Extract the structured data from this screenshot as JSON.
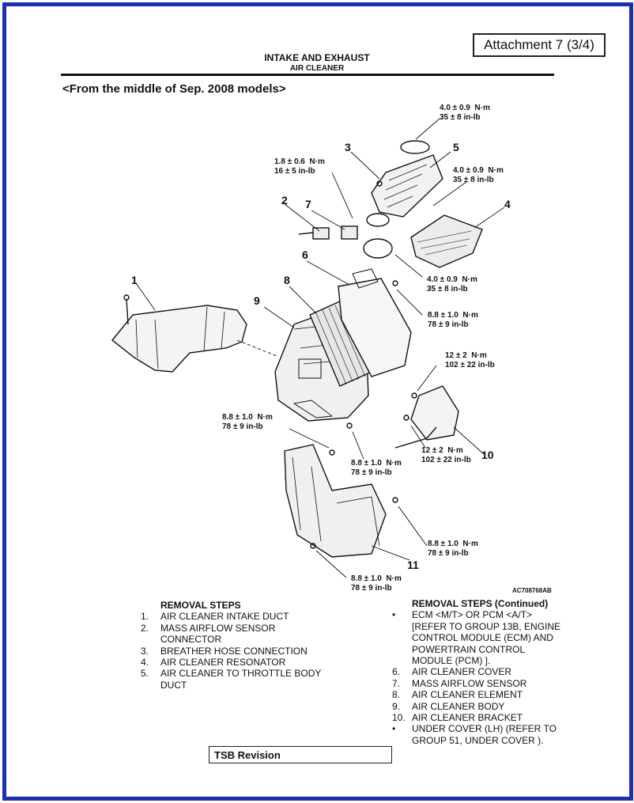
{
  "attachment_label": "Attachment 7 (3/4)",
  "header": {
    "title": "INTAKE AND EXHAUST",
    "subtitle": "AIR CLEANER"
  },
  "subheading": "<From the middle of Sep. 2008 models>",
  "torques": [
    "4.0 ± 0.9  N·m\n35 ± 8 in-lb",
    "1.8 ± 0.6  N·m\n16 ± 5 in-lb",
    "4.0 ± 0.9  N·m\n35 ± 8 in-lb",
    "4.0 ± 0.9  N·m\n35 ± 8 in-lb",
    "8.8 ± 1.0  N·m\n78 ± 9 in-lb",
    "12 ± 2  N·m\n102 ± 22 in-lb",
    "8.8 ± 1.0  N·m\n78 ± 9 in-lb",
    "12 ± 2  N·m\n102 ± 22 in-lb",
    "8.8 ± 1.0  N·m\n78 ± 9 in-lb",
    "8.8 ± 1.0  N·m\n78 ± 9 in-lb",
    "8.8 ± 1.0  N·m\n78 ± 9 in-lb"
  ],
  "callouts": [
    "1",
    "2",
    "3",
    "4",
    "5",
    "6",
    "7",
    "8",
    "9",
    "10",
    "11"
  ],
  "figure_code": "AC708768AB",
  "removal_steps": {
    "title": "REMOVAL STEPS",
    "items": [
      {
        "num": "1.",
        "text": "AIR CLEANER INTAKE DUCT"
      },
      {
        "num": "2.",
        "text": "MASS AIRFLOW SENSOR CONNECTOR"
      },
      {
        "num": "3.",
        "text": "BREATHER HOSE CONNECTION"
      },
      {
        "num": "4.",
        "text": "AIR CLEANER RESONATOR"
      },
      {
        "num": "5.",
        "text": "AIR CLEANER TO THROTTLE BODY DUCT"
      }
    ]
  },
  "removal_steps_continued": {
    "title": "REMOVAL STEPS (Continued)",
    "items": [
      {
        "num": "•",
        "text": "ECM <M/T> OR PCM <A/T> [REFER TO GROUP 13B, ENGINE CONTROL MODULE (ECM) AND POWERTRAIN CONTROL MODULE (PCM) ]."
      },
      {
        "num": "6.",
        "text": "AIR CLEANER COVER"
      },
      {
        "num": "7.",
        "text": "MASS AIRFLOW SENSOR"
      },
      {
        "num": "8.",
        "text": "AIR CLEANER ELEMENT"
      },
      {
        "num": "9.",
        "text": "AIR CLEANER BODY"
      },
      {
        "num": "10.",
        "text": "AIR CLEANER BRACKET"
      },
      {
        "num": "•",
        "text": "UNDER COVER (LH) (REFER TO GROUP 51, UNDER COVER )."
      }
    ]
  },
  "tsb_label": "TSB Revision"
}
